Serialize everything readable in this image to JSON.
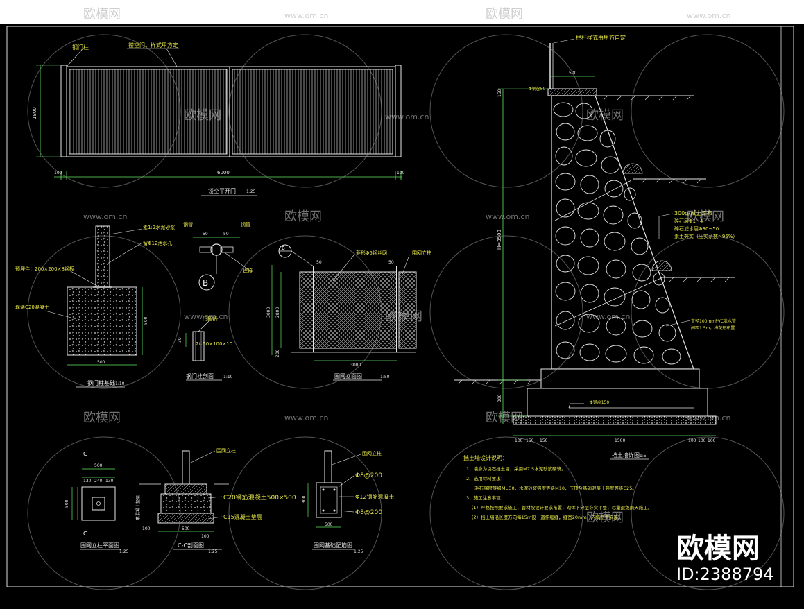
{
  "watermark": {
    "brand": "欧模网",
    "site": "www.om.cn",
    "id_text": "ID:2388794"
  },
  "gate_elevation": {
    "title": "钢门柱",
    "subtitle": "镂空门，样式甲方定",
    "caption": "镂空平开门",
    "scale": "1:25",
    "dim_width": "6000",
    "dim_left": "100",
    "dim_right": "100",
    "dim_height": "1800"
  },
  "post_foundation": {
    "label_mortar": "素1:2水泥砂浆",
    "label_drain": "留Φ12泄水孔",
    "label_plate": "预埋件：200×200×8钢板",
    "label_concrete": "现浇C20混凝土",
    "dim_width": "500",
    "dim_height": "500",
    "caption": "钢门柱基础",
    "scale": "1:10"
  },
  "detail_b": {
    "marker": "B",
    "label_pipe_l": "钢管",
    "label_pipe_r": "钢管",
    "dim_l": "50",
    "dim_r": "50",
    "label_weld": "焊接"
  },
  "latch_detail": {
    "label_top": "门插销",
    "label_angle": "2∟50×100×10",
    "dim": "30",
    "caption": "钢门栓剖面",
    "scale": "1:10"
  },
  "fence_elevation": {
    "marker": "B",
    "label_mesh": "菱形Φ5钢丝网",
    "label_post": "围网立柱",
    "dim_top_l": "50",
    "dim_top_r": "50",
    "dim_total_h": "3000",
    "dim_mesh_h": "2800",
    "dim_bottom": "200",
    "dim_width": "3000",
    "caption": "围网立面图",
    "scale": "1:50"
  },
  "post_plan": {
    "marker_top": "C",
    "marker_bottom": "C",
    "dim_top": "500",
    "dim_top_parts": [
      "130",
      "240",
      "130"
    ],
    "dim_left": "500",
    "caption": "围网立柱平面图",
    "scale": "1:25"
  },
  "section_cc": {
    "label_post": "围网立柱",
    "label_c20": "C20钢筋混凝土500×500",
    "label_c15": "C15混凝土垫层",
    "dim_width": "500",
    "dim_parts": [
      "100",
      "100"
    ],
    "label_left": "素混凝土垫层",
    "caption": "C-C剖面图",
    "scale": "1:25"
  },
  "fence_base": {
    "label_post": "围网立柱",
    "label_rebar_top": "Φ8@200",
    "label_rebar_side": "Φ12钢筋混凝土",
    "label_rebar_bot": "Φ8@200",
    "dim_width": "500",
    "dim_height": "300",
    "caption": "围网基础配筋图",
    "scale": "1:25"
  },
  "retaining_wall": {
    "label_top": "栏杆样式由甲方自定",
    "dim_top": "500",
    "label_drain_top": "Φ钢@50",
    "dim_total_h": "H=3500",
    "dim_top_h": "150",
    "label_layer1": "300g/㎡土工布",
    "label_layer2": "碎石层Φ1~4",
    "label_layer3": "碎石滤水层Φ30~50",
    "label_layer4": "素土夯实（压实系数>95%）",
    "label_pvc": "直径100mmPVC泄水管",
    "label_pvc2": "间距1.5m，梅花形布置",
    "label_drain_bot": "Φ钢@150",
    "dim_bottom": [
      "100",
      "150",
      "150",
      "1500",
      "100",
      "100",
      "100"
    ],
    "dim_base_h": "300",
    "caption": "挡土墙详图",
    "scale": "1:5"
  },
  "notes": {
    "title": "挡土墙设计说明：",
    "lines": [
      "1、墙身为块石挡土墙，采用M7.5水泥砂浆砌筑。",
      "2、选用材料要求：",
      "毛石强度等级MU30，水泥砂浆强度等级M10，压顶及基础混凝土强度等级C25。",
      "3、施工注意事项：",
      "（1）严格按照要求施工，管材按设计要求布置，砌体下分层夯实平整，尽量避免雨天施工。",
      "（2）挡土墙沿长度方向每15m设一道伸缩缝，缝宽20mm，内填沥青麻筋。"
    ]
  },
  "colors": {
    "sheet": "#000000",
    "line": "#e6e6e6",
    "yellow": "#e8e84a",
    "green": "#5fe85f",
    "border": "#dddddd"
  }
}
